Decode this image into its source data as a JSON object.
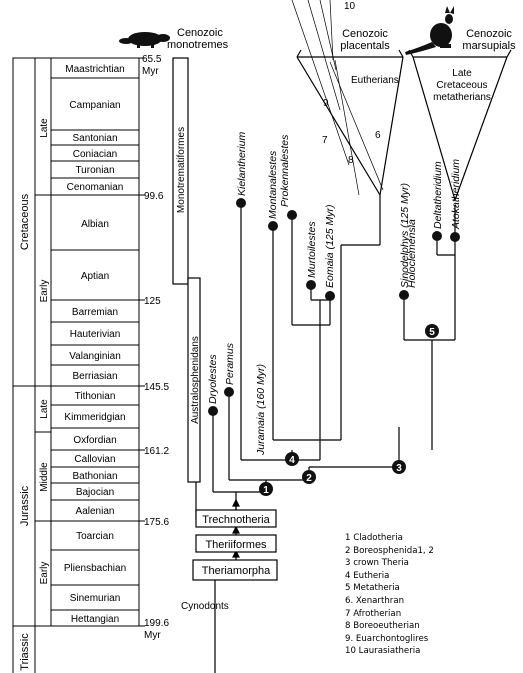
{
  "periods": [
    {
      "name": "Cretaceous"
    },
    {
      "name": "Jurassic"
    },
    {
      "name": "Triassic"
    }
  ],
  "epochs": [
    {
      "name": "Late"
    },
    {
      "name": "Early"
    },
    {
      "name": "Late"
    },
    {
      "name": "Middle"
    },
    {
      "name": "Early"
    }
  ],
  "stages": [
    "Maastrichtian",
    "Campanian",
    "Santonian",
    "Coniacian",
    "Turonian",
    "Cenomanian",
    "Albian",
    "Aptian",
    "Barremian",
    "Hauterivian",
    "Valanginian",
    "Berriasian",
    "Tithonian",
    "Kimmeridgian",
    "Oxfordian",
    "Callovian",
    "Bathonian",
    "Bajocian",
    "Aalenian",
    "Toarcian",
    "Pliensbachian",
    "Sinemurian",
    "Hettangian"
  ],
  "ages": [
    "65.5",
    "Myr",
    "99.6",
    "125",
    "145.5",
    "161.2",
    "175.6",
    "199.6",
    "Myr"
  ],
  "groups": {
    "monotrematiformes": "Monotrematiformes",
    "australosphenidans": "Australosphenidans",
    "cenozoic_monotremes_1": "Cenozoic",
    "cenozoic_monotremes_2": "monotremes",
    "cenozoic_placentals_1": "Cenozoic",
    "cenozoic_placentals_2": "placentals",
    "cenozoic_marsupials_1": "Cenozoic",
    "cenozoic_marsupials_2": "marsupials",
    "late_cret_1": "Late",
    "late_cret_2": "Cretaceous",
    "late_cret_3": "metatherians",
    "eutherians": "Eutherians",
    "cynodonts": "Cynodonts"
  },
  "boxes": [
    "Trechnotheria",
    "Theriiformes",
    "Theriamorpha"
  ],
  "taxa": [
    "Dryolestes",
    "Peramus",
    "Juramaia (160 Myr)",
    "Kielantherium",
    "Prokennalestes",
    "Montanalestes",
    "Murtoilestes",
    "Eomaia (125 Myr)",
    "Holoclemensia",
    "Sinodelphys (125 Myr)",
    "Deltatheridium",
    "Atokatheridium"
  ],
  "nodes": [
    "1",
    "2",
    "3",
    "4",
    "5"
  ],
  "marks": [
    "10",
    "9",
    "8",
    "7",
    "6"
  ],
  "legend": [
    "1 Cladotheria",
    "2 Boreosphenida1, 2",
    "3 crown Theria",
    "4 Eutheria",
    "5 Metatheria",
    "6. Xenarthran",
    "7 Afrotherian",
    "8 Boreoeutherian",
    "9.  Euarchontoglires",
    "10 Laurasiatheria"
  ]
}
